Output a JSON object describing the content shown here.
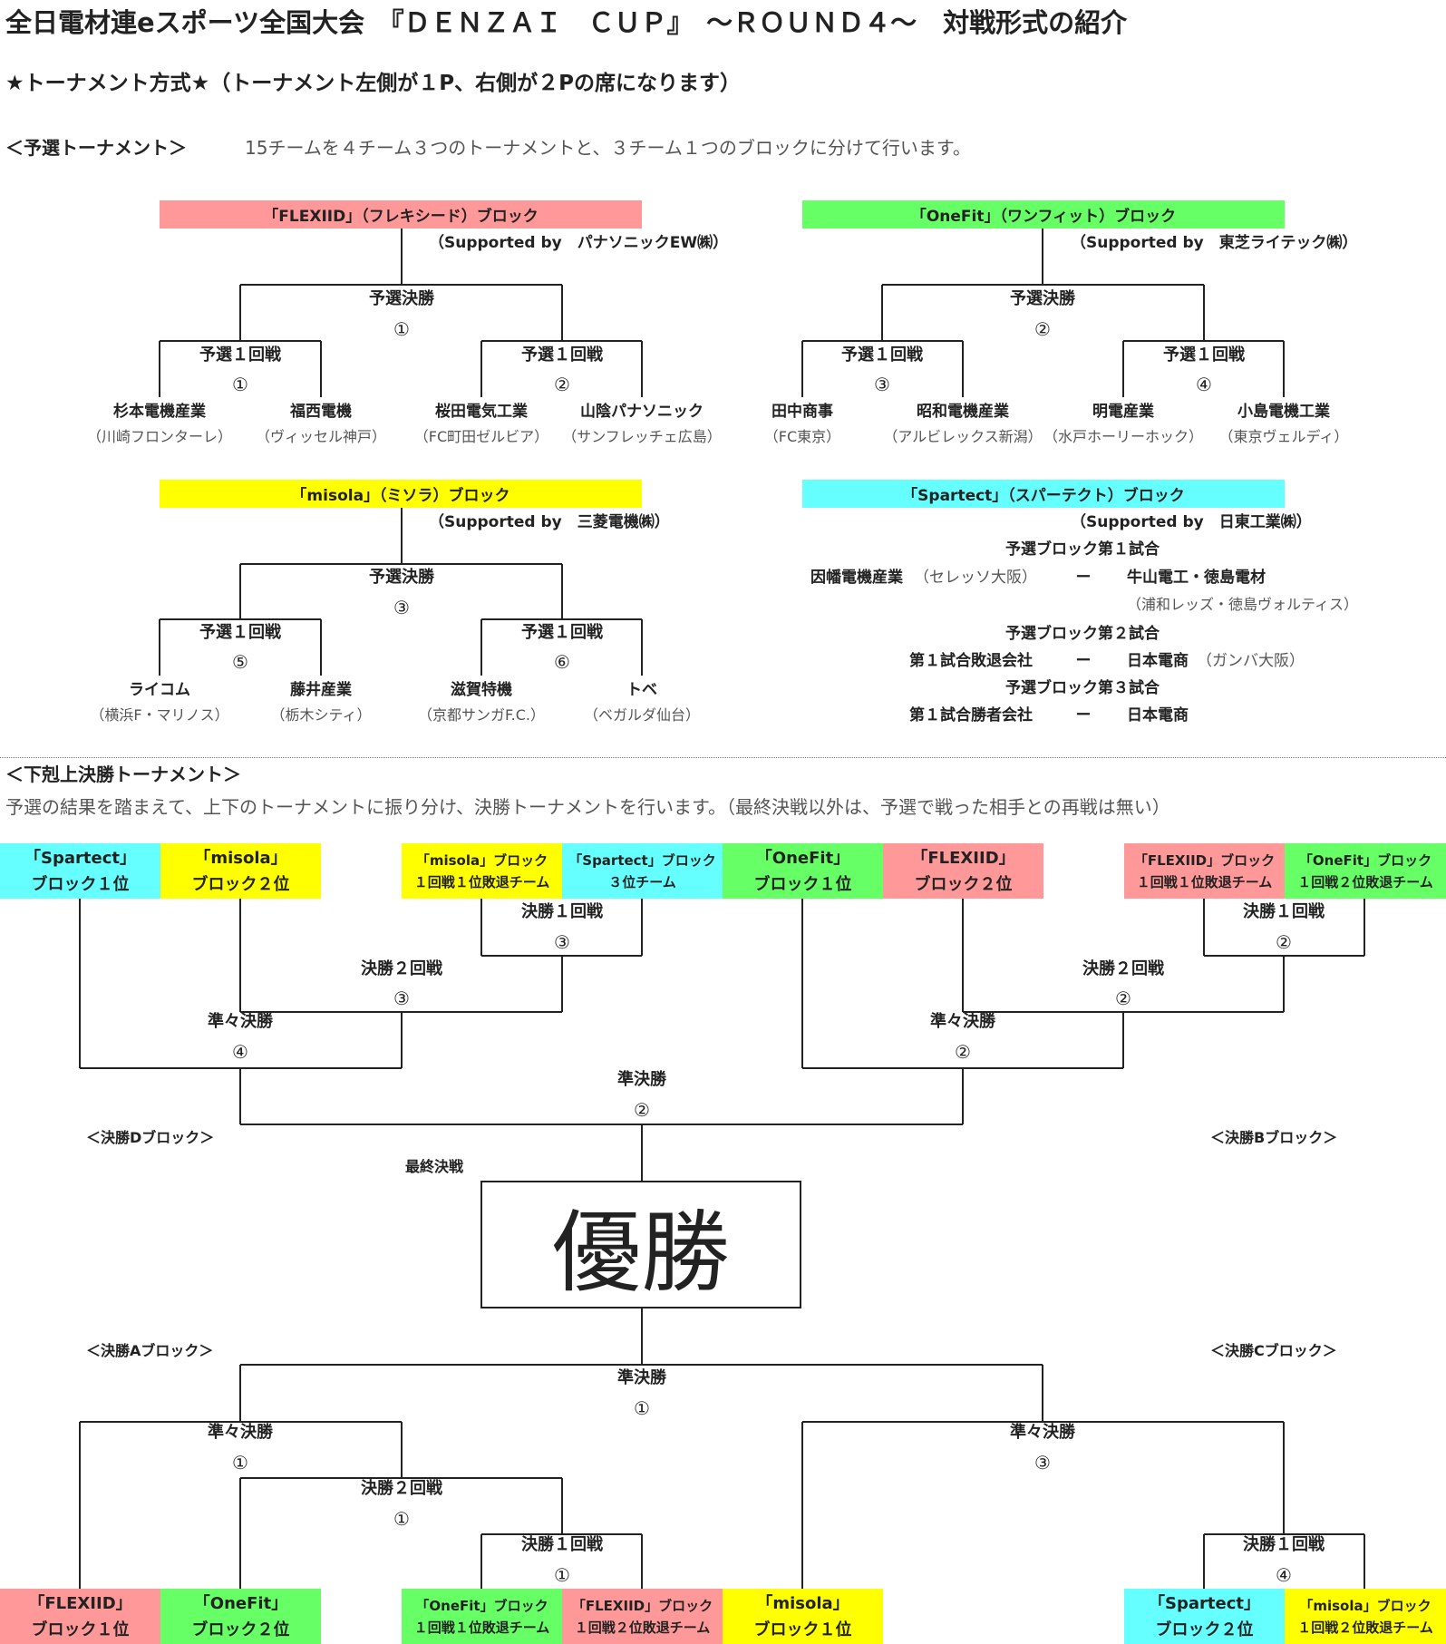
{
  "header": {
    "title": "全日電材連eスポーツ全国大会　『ＤＥＮＺＡＩ　ＣＵＰ』　～ＲＯＵＮＤ４～　対戦形式の紹介",
    "format": "★トーナメント方式★（トーナメント左側が１P、右側が２Pの席になります）",
    "prelim_heading": "＜予選トーナメント＞",
    "prelim_desc": "15チームを４チーム３つのトーナメントと、３チーム１つのブロックに分けて行います。"
  },
  "colors": {
    "flexiid": "#ff9999",
    "onefit": "#66ff66",
    "misola": "#ffff00",
    "spartect": "#66ffff"
  },
  "prelim": {
    "flexiid": {
      "title": "「FLEXIID」（フレキシード）ブロック",
      "sponsor": "（Supported by　パナソニックEW㈱）",
      "final_label": "予選決勝",
      "final_num": "①",
      "left_label": "予選１回戦",
      "left_num": "①",
      "right_label": "予選１回戦",
      "right_num": "②",
      "teams": [
        {
          "name": "杉本電機産業",
          "sub": "（川崎フロンターレ）"
        },
        {
          "name": "福西電機",
          "sub": "（ヴィッセル神戸）"
        },
        {
          "name": "桜田電気工業",
          "sub": "（FC町田ゼルビア）"
        },
        {
          "name": "山陰パナソニック",
          "sub": "（サンフレッチェ広島）"
        }
      ]
    },
    "onefit": {
      "title": "「OneFit」（ワンフィット）ブロック",
      "sponsor": "（Supported by　東芝ライテック㈱）",
      "final_label": "予選決勝",
      "final_num": "②",
      "left_label": "予選１回戦",
      "left_num": "③",
      "right_label": "予選１回戦",
      "right_num": "④",
      "teams": [
        {
          "name": "田中商事",
          "sub": "（FC東京）"
        },
        {
          "name": "昭和電機産業",
          "sub": "（アルビレックス新潟）"
        },
        {
          "name": "明電産業",
          "sub": "（水戸ホーリーホック）"
        },
        {
          "name": "小島電機工業",
          "sub": "（東京ヴェルディ）"
        }
      ]
    },
    "misola": {
      "title": "「misola」（ミソラ）ブロック",
      "sponsor": "（Supported by　三菱電機㈱）",
      "final_label": "予選決勝",
      "final_num": "③",
      "left_label": "予選１回戦",
      "left_num": "⑤",
      "right_label": "予選１回戦",
      "right_num": "⑥",
      "teams": [
        {
          "name": "ライコム",
          "sub": "（横浜F・マリノス）"
        },
        {
          "name": "藤井産業",
          "sub": "（栃木シティ）"
        },
        {
          "name": "滋賀特機",
          "sub": "（京都サンガF.C.）"
        },
        {
          "name": "トベ",
          "sub": "（ベガルダ仙台）"
        }
      ]
    },
    "spartect": {
      "title": "「Spartect」（スパーテクト）ブロック",
      "sponsor": "（Supported by　日東工業㈱）",
      "m1_title": "予選ブロック第１試合",
      "m1_left": "因幡電機産業",
      "m1_left_sub": "（セレッソ大阪）",
      "m1_right": "牛山電工・徳島電材",
      "m1_right_sub": "（浦和レッズ・徳島ヴォルティス）",
      "m2_title": "予選ブロック第２試合",
      "m2_left": "第１試合敗退会社",
      "m2_right": "日本電商",
      "m2_right_sub": "（ガンバ大阪）",
      "m3_title": "予選ブロック第３試合",
      "m3_left": "第１試合勝者会社",
      "m3_right": "日本電商",
      "vs": "ー"
    }
  },
  "final_section": {
    "heading": "＜下剋上決勝トーナメント＞",
    "desc": "予選の結果を踏まえて、上下のトーナメントに振り分け、決勝トーナメントを行います。（最終決戦以外は、予選で戦った相手との再戦は無い）",
    "top_cells": [
      {
        "l1": "「Spartect」",
        "l2": "ブロック１位"
      },
      {
        "l1": "「misola」",
        "l2": "ブロック２位"
      },
      {
        "l1": "「misola」ブロック",
        "l2": "１回戦１位敗退チーム"
      },
      {
        "l1": "「Spartect」ブロック",
        "l2": "３位チーム"
      },
      {
        "l1": "「OneFit」",
        "l2": "ブロック１位"
      },
      {
        "l1": "「FLEXIID」",
        "l2": "ブロック２位"
      },
      {
        "l1": "「FLEXIID」ブロック",
        "l2": "１回戦１位敗退チーム"
      },
      {
        "l1": "「OneFit」ブロック",
        "l2": "１回戦２位敗退チーム"
      }
    ],
    "bottom_cells": [
      {
        "l1": "「FLEXIID」",
        "l2": "ブロック１位"
      },
      {
        "l1": "「OneFit」",
        "l2": "ブロック２位"
      },
      {
        "l1": "「OneFit」ブロック",
        "l2": "１回戦１位敗退チーム"
      },
      {
        "l1": "「FLEXIID」ブロック",
        "l2": "１回戦２位敗退チーム"
      },
      {
        "l1": "「misola」",
        "l2": "ブロック１位"
      },
      {
        "l1": "「Spartect」",
        "l2": "ブロック２位"
      },
      {
        "l1": "「misola」ブロック",
        "l2": "１回戦２位敗退チーム"
      }
    ],
    "labels": {
      "r1": "決勝１回戦",
      "r2": "決勝２回戦",
      "qf": "準々決勝",
      "sf": "準決勝",
      "final": "最終決戦",
      "champion": "優勝",
      "block_a": "＜決勝Aブロック＞",
      "block_b": "＜決勝Bブロック＞",
      "block_c": "＜決勝Cブロック＞",
      "block_d": "＜決勝Dブロック＞"
    },
    "nums": {
      "top_r1_left": "③",
      "top_r2_left": "③",
      "top_qf_left": "④",
      "top_r1_right": "②",
      "top_r2_right": "②",
      "top_qf_right": "②",
      "top_sf": "②",
      "bot_sf": "①",
      "bot_qf_left": "①",
      "bot_r2_left": "①",
      "bot_r1_left": "①",
      "bot_qf_right": "③",
      "bot_r1_right": "④"
    }
  }
}
